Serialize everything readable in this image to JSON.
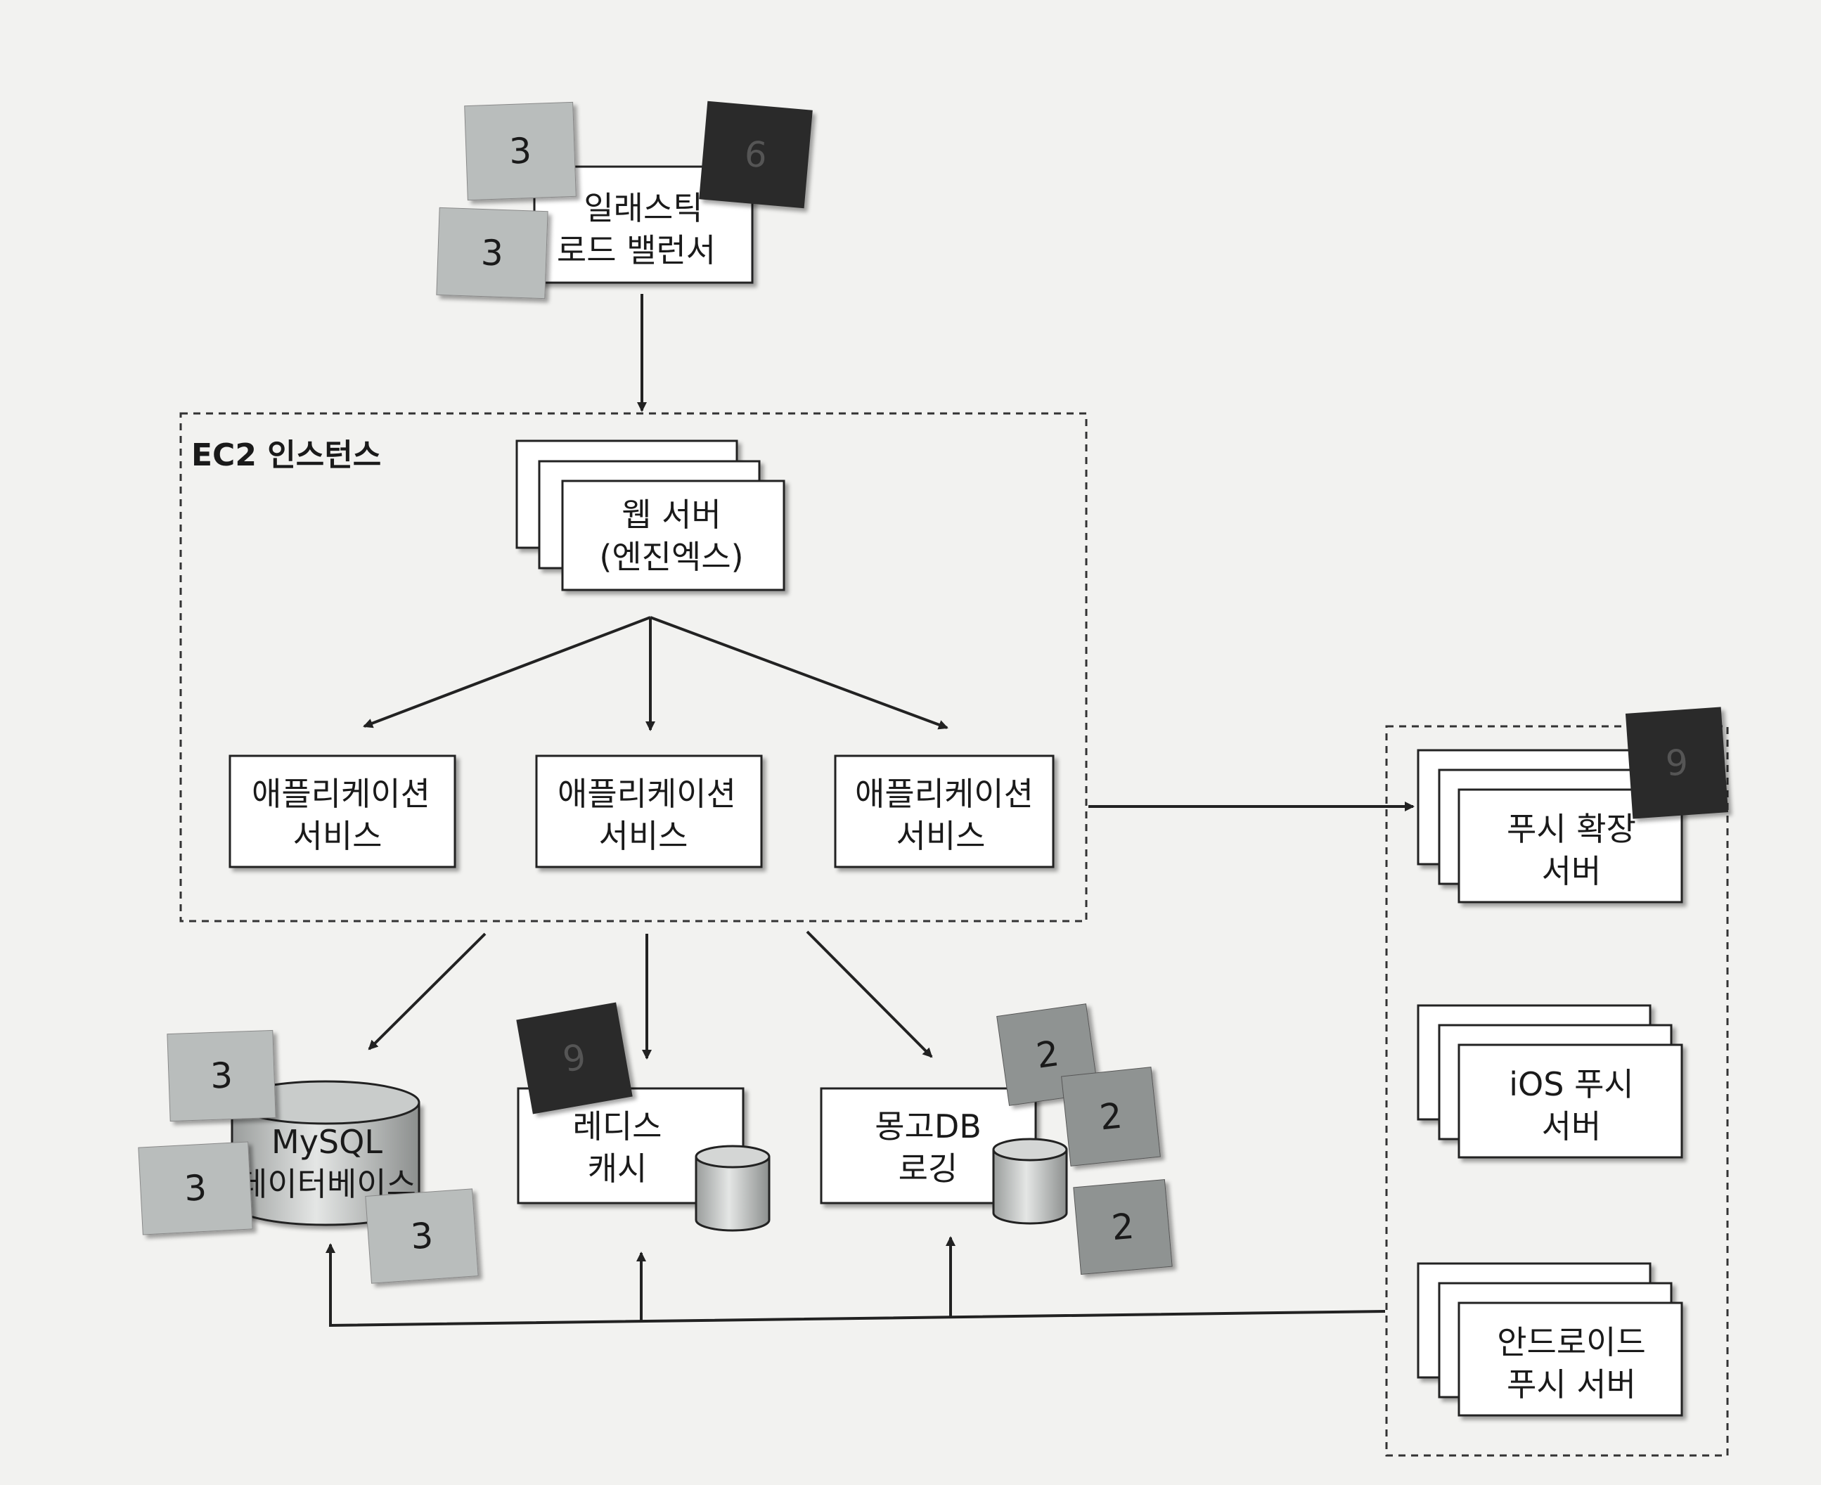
{
  "nodes": {
    "elb": {
      "line1": "일래스틱",
      "line2": "로드 밸런서"
    },
    "web": {
      "line1": "웹 서버",
      "line2": "(엔진엑스)"
    },
    "app1": {
      "line1": "애플리케이션",
      "line2": "서비스"
    },
    "app2": {
      "line1": "애플리케이션",
      "line2": "서비스"
    },
    "app3": {
      "line1": "애플리케이션",
      "line2": "서비스"
    },
    "mysql": {
      "line1": "MySQL",
      "line2": "데이터베이스"
    },
    "redis": {
      "line1": "레디스",
      "line2": "캐시"
    },
    "mongo": {
      "line1": "몽고DB",
      "line2": "로깅"
    },
    "push_ext": {
      "line1": "푸시 확장",
      "line2": "서버"
    },
    "ios_push": {
      "line1": "iOS 푸시",
      "line2": "서버"
    },
    "android_push": {
      "line1": "안드로이드",
      "line2": "푸시 서버"
    }
  },
  "groups": {
    "ec2": {
      "label": "EC2 인스턴스"
    }
  },
  "notes": {
    "elb_a": "3",
    "elb_b": "3",
    "elb_c": "6",
    "push_ext": "9",
    "mysql_a": "3",
    "mysql_b": "3",
    "mysql_c": "3",
    "redis": "9",
    "mongo_a": "2",
    "mongo_b": "2",
    "mongo_c": "2"
  },
  "colors": {
    "note_light": "#b9bdbc",
    "note_mid": "#8f9392",
    "note_dark": "#2b2b2b",
    "line": "#222222"
  }
}
